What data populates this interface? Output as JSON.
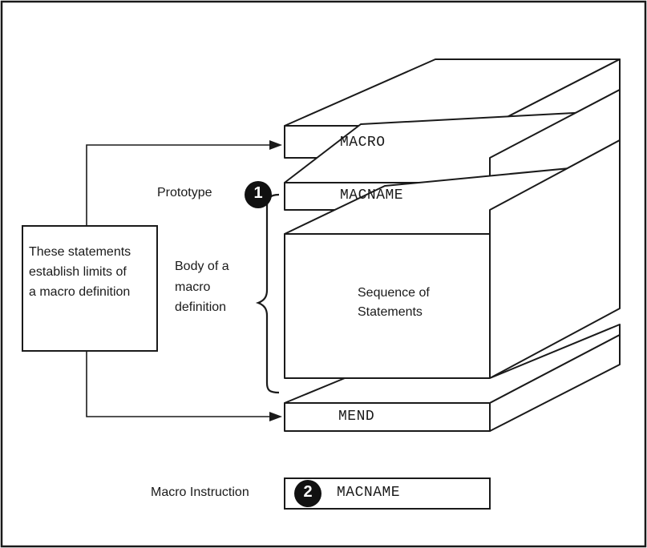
{
  "labels": {
    "left_box": [
      "These statements",
      "establish limits of",
      "a macro definition"
    ],
    "prototype": "Prototype",
    "body": [
      "Body of a",
      "macro",
      "definition"
    ],
    "sequence": [
      "Sequence of",
      "Statements"
    ],
    "macro_instruction": "Macro Instruction"
  },
  "statements": {
    "macro": "MACRO",
    "macname": "MACNAME",
    "mend": "MEND",
    "macro_instruction_name": "MACNAME"
  },
  "badges": {
    "prototype": "1",
    "macro_instruction": "2"
  },
  "colors": {
    "ink": "#1a1a1a",
    "background": "#ffffff",
    "badge": "#111111"
  }
}
